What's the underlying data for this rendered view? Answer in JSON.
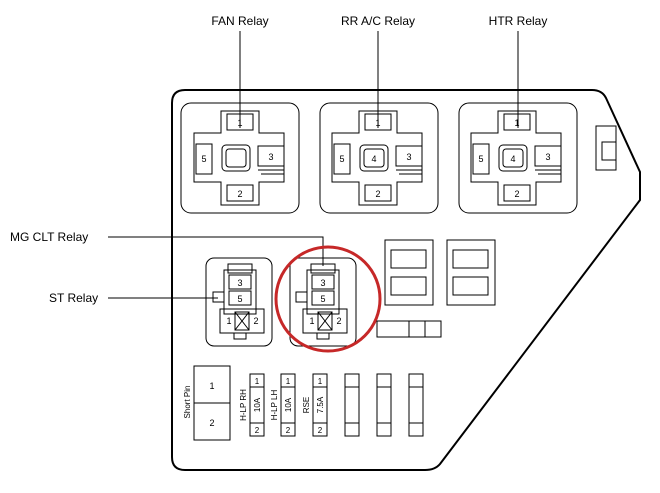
{
  "labels": {
    "fan_relay": "FAN Relay",
    "rr_ac_relay": "RR A/C Relay",
    "htr_relay": "HTR Relay",
    "mg_clt_relay": "MG CLT Relay",
    "st_relay": "ST Relay"
  },
  "big_relays": [
    {
      "top": "1",
      "left": "5",
      "center": "",
      "right": "3",
      "bottom": "2"
    },
    {
      "top": "1",
      "left": "5",
      "center": "4",
      "right": "3",
      "bottom": "2"
    },
    {
      "top": "1",
      "left": "5",
      "center": "4",
      "right": "3",
      "bottom": "2"
    }
  ],
  "small_relays": [
    {
      "top": "3",
      "mid": "5",
      "left": "1",
      "right": "2"
    },
    {
      "top": "3",
      "mid": "5",
      "left": "1",
      "right": "2"
    }
  ],
  "short_pin": {
    "label": "Short Pin",
    "top": "1",
    "bottom": "2"
  },
  "fuses": [
    {
      "name": "H-LP RH",
      "rating": "10A",
      "top": "1",
      "bottom": "2"
    },
    {
      "name": "H-LP LH",
      "rating": "10A",
      "top": "1",
      "bottom": "2"
    },
    {
      "name": "RSE",
      "rating": "7.5A",
      "top": "1",
      "bottom": "2"
    }
  ],
  "colors": {
    "highlight": "#c62828",
    "ink": "#000000"
  }
}
